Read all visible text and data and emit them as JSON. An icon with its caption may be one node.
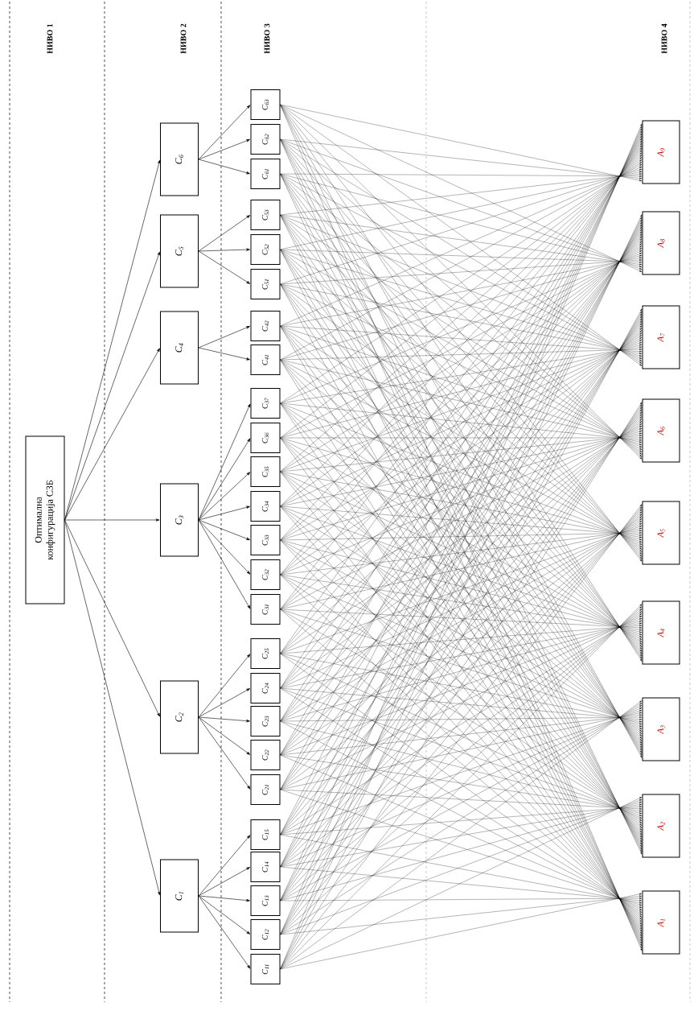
{
  "diagram": {
    "nodes": [
      {
        "text": [
          "Оптимална конфигурација СЗБ"
        ]
      },
      {
        "text": [
          "C$_{1}$"
        ]
      },
      {
        "text": [
          "C$_{2}$"
        ]
      },
      {
        "text": [
          "C$_{3}$"
        ]
      },
      {
        "text": [
          "C$_{4}$"
        ]
      },
      {
        "text": [
          "C$_{5}$"
        ]
      },
      {
        "text": [
          "C$_{6}$"
        ]
      },
      {
        "text": [
          "C$_{11}$"
        ]
      },
      {
        "text": [
          "C$_{12}$"
        ]
      },
      {
        "text": [
          "C$_{13}$"
        ]
      },
      {
        "text": [
          "C$_{14}$"
        ]
      },
      {
        "text": [
          "C$_{15}$"
        ]
      },
      {
        "text": [
          "C$_{21}$"
        ]
      },
      {
        "text": [
          "C$_{22}$"
        ]
      },
      {
        "text": [
          "C$_{23}$"
        ]
      },
      {
        "text": [
          "C$_{24}$"
        ]
      },
      {
        "text": [
          "C$_{25}$"
        ]
      },
      {
        "text": [
          "C$_{31}$"
        ]
      },
      {
        "text": [
          "C$_{32}$"
        ]
      },
      {
        "text": [
          "C$_{33}$"
        ]
      },
      {
        "text": [
          "C$_{34}$"
        ]
      },
      {
        "text": [
          "C$_{35}$"
        ]
      },
      {
        "text": [
          "C$_{36}$"
        ]
      },
      {
        "text": [
          "C$_{37}$"
        ]
      },
      {
        "text": [
          "C$_{41}$"
        ]
      },
      {
        "text": [
          "C$_{42}$"
        ]
      },
      {
        "text": [
          "C$_{51}$"
        ]
      },
      {
        "text": [
          "C$_{52}$"
        ]
      },
      {
        "text": [
          "C$_{53}$"
        ]
      },
      {
        "text": [
          "C$_{61}$"
        ]
      },
      {
        "text": [
          "C$_{62}$"
        ]
      },
      {
        "text": [
          "C$_{63}$"
        ]
      },
      {
        "text": [
          "A$_{1}$"
        ]
      },
      {
        "text": [
          "A$_{2}$"
        ]
      },
      {
        "text": [
          "A$_{3}$"
        ]
      },
      {
        "text": [
          "A$_{4}$"
        ]
      },
      {
        "text": [
          "A$_{5}$"
        ]
      },
      {
        "text": [
          "A$_{6}$"
        ]
      },
      {
        "text": [
          "A$_{7}$"
        ]
      },
      {
        "text": [
          "A$_{8}$"
        ]
      },
      {
        "text": [
          "A$_{9}$"
        ]
      }
    ],
    "edges": [
      {
        "from": 0,
        "to": 1,
        "arrow": "to"
      },
      {
        "from": 0,
        "to": 2,
        "arrow": "to"
      },
      {
        "from": 0,
        "to": 3,
        "arrow": "to"
      },
      {
        "from": 0,
        "to": 4,
        "arrow": "to"
      },
      {
        "from": 0,
        "to": 5,
        "arrow": "to"
      },
      {
        "from": 0,
        "to": 6,
        "arrow": "to"
      },
      {
        "from": 1,
        "to": 7,
        "arrow": "to"
      },
      {
        "from": 1,
        "to": 8,
        "arrow": "to"
      },
      {
        "from": 1,
        "to": 9,
        "arrow": "to"
      },
      {
        "from": 1,
        "to": 10,
        "arrow": "to"
      },
      {
        "from": 1,
        "to": 11,
        "arrow": "to"
      },
      {
        "from": 2,
        "to": 12,
        "arrow": "to"
      },
      {
        "from": 2,
        "to": 13,
        "arrow": "to"
      },
      {
        "from": 2,
        "to": 14,
        "arrow": "to"
      },
      {
        "from": 2,
        "to": 15,
        "arrow": "to"
      },
      {
        "from": 2,
        "to": 16,
        "arrow": "to"
      },
      {
        "from": 3,
        "to": 17,
        "arrow": "to"
      },
      {
        "from": 3,
        "to": 18,
        "arrow": "to"
      },
      {
        "from": 3,
        "to": 19,
        "arrow": "to"
      },
      {
        "from": 3,
        "to": 20,
        "arrow": "to"
      },
      {
        "from": 3,
        "to": 21,
        "arrow": "to"
      },
      {
        "from": 3,
        "to": 22,
        "arrow": "to"
      },
      {
        "from": 3,
        "to": 23,
        "arrow": "to"
      },
      {
        "from": 4,
        "to": 24,
        "arrow": "to"
      },
      {
        "from": 4,
        "to": 25,
        "arrow": "to"
      },
      {
        "from": 5,
        "to": 26,
        "arrow": "to"
      },
      {
        "from": 5,
        "to": 27,
        "arrow": "to"
      },
      {
        "from": 5,
        "to": 28,
        "arrow": "to"
      },
      {
        "from": 6,
        "to": 29,
        "arrow": "to"
      },
      {
        "from": 6,
        "to": 30,
        "arrow": "to"
      },
      {
        "from": 6,
        "to": 31,
        "arrow": "to"
      },
      {
        "from": 7,
        "to": 32,
        "arrow": "to"
      },
      {
        "from": 7,
        "to": 33,
        "arrow": "to"
      },
      {
        "from": 7,
        "to": 34,
        "arrow": "to"
      },
      {
        "from": 7,
        "to": 35,
        "arrow": "to"
      },
      {
        "from": 7,
        "to": 36,
        "arrow": "to"
      },
      {
        "from": 7,
        "to": 37,
        "arrow": "to"
      },
      {
        "from": 7,
        "to": 38,
        "arrow": "to"
      },
      {
        "from": 7,
        "to": 39,
        "arrow": "to"
      },
      {
        "from": 7,
        "to": 40,
        "arrow": "to"
      },
      {
        "from": 8,
        "to": 32,
        "arrow": "to"
      },
      {
        "from": 8,
        "to": 33,
        "arrow": "to"
      },
      {
        "from": 8,
        "to": 34,
        "arrow": "to"
      },
      {
        "from": 8,
        "to": 35,
        "arrow": "to"
      },
      {
        "from": 8,
        "to": 36,
        "arrow": "to"
      },
      {
        "from": 8,
        "to": 37,
        "arrow": "to"
      },
      {
        "from": 8,
        "to": 38,
        "arrow": "to"
      },
      {
        "from": 8,
        "to": 39,
        "arrow": "to"
      },
      {
        "from": 8,
        "to": 40,
        "arrow": "to"
      },
      {
        "from": 9,
        "to": 32,
        "arrow": "to"
      },
      {
        "from": 9,
        "to": 33,
        "arrow": "to"
      },
      {
        "from": 9,
        "to": 34,
        "arrow": "to"
      },
      {
        "from": 9,
        "to": 35,
        "arrow": "to"
      },
      {
        "from": 9,
        "to": 36,
        "arrow": "to"
      },
      {
        "from": 9,
        "to": 37,
        "arrow": "to"
      },
      {
        "from": 9,
        "to": 38,
        "arrow": "to"
      },
      {
        "from": 9,
        "to": 39,
        "arrow": "to"
      },
      {
        "from": 9,
        "to": 40,
        "arrow": "to"
      },
      {
        "from": 10,
        "to": 32,
        "arrow": "to"
      },
      {
        "from": 10,
        "to": 33,
        "arrow": "to"
      },
      {
        "from": 10,
        "to": 34,
        "arrow": "to"
      },
      {
        "from": 10,
        "to": 35,
        "arrow": "to"
      },
      {
        "from": 10,
        "to": 36,
        "arrow": "to"
      },
      {
        "from": 10,
        "to": 37,
        "arrow": "to"
      },
      {
        "from": 10,
        "to": 38,
        "arrow": "to"
      },
      {
        "from": 10,
        "to": 39,
        "arrow": "to"
      },
      {
        "from": 10,
        "to": 40,
        "arrow": "to"
      },
      {
        "from": 11,
        "to": 32,
        "arrow": "to"
      },
      {
        "from": 11,
        "to": 33,
        "arrow": "to"
      },
      {
        "from": 11,
        "to": 34,
        "arrow": "to"
      },
      {
        "from": 11,
        "to": 35,
        "arrow": "to"
      },
      {
        "from": 11,
        "to": 36,
        "arrow": "to"
      },
      {
        "from": 11,
        "to": 37,
        "arrow": "to"
      },
      {
        "from": 11,
        "to": 38,
        "arrow": "to"
      },
      {
        "from": 11,
        "to": 39,
        "arrow": "to"
      },
      {
        "from": 11,
        "to": 40,
        "arrow": "to"
      },
      {
        "from": 12,
        "to": 32,
        "arrow": "to"
      },
      {
        "from": 12,
        "to": 33,
        "arrow": "to"
      },
      {
        "from": 12,
        "to": 34,
        "arrow": "to"
      },
      {
        "from": 12,
        "to": 35,
        "arrow": "to"
      },
      {
        "from": 12,
        "to": 36,
        "arrow": "to"
      },
      {
        "from": 12,
        "to": 37,
        "arrow": "to"
      },
      {
        "from": 12,
        "to": 38,
        "arrow": "to"
      },
      {
        "from": 12,
        "to": 39,
        "arrow": "to"
      },
      {
        "from": 12,
        "to": 40,
        "arrow": "to"
      },
      {
        "from": 13,
        "to": 32,
        "arrow": "to"
      },
      {
        "from": 13,
        "to": 33,
        "arrow": "to"
      },
      {
        "from": 13,
        "to": 34,
        "arrow": "to"
      },
      {
        "from": 13,
        "to": 35,
        "arrow": "to"
      },
      {
        "from": 13,
        "to": 36,
        "arrow": "to"
      },
      {
        "from": 13,
        "to": 37,
        "arrow": "to"
      },
      {
        "from": 13,
        "to": 38,
        "arrow": "to"
      },
      {
        "from": 13,
        "to": 39,
        "arrow": "to"
      },
      {
        "from": 13,
        "to": 40,
        "arrow": "to"
      },
      {
        "from": 14,
        "to": 32,
        "arrow": "to"
      },
      {
        "from": 14,
        "to": 33,
        "arrow": "to"
      },
      {
        "from": 14,
        "to": 34,
        "arrow": "to"
      },
      {
        "from": 14,
        "to": 35,
        "arrow": "to"
      },
      {
        "from": 14,
        "to": 36,
        "arrow": "to"
      },
      {
        "from": 14,
        "to": 37,
        "arrow": "to"
      },
      {
        "from": 14,
        "to": 38,
        "arrow": "to"
      },
      {
        "from": 14,
        "to": 39,
        "arrow": "to"
      },
      {
        "from": 14,
        "to": 40,
        "arrow": "to"
      },
      {
        "from": 15,
        "to": 32,
        "arrow": "to"
      },
      {
        "from": 15,
        "to": 33,
        "arrow": "to"
      },
      {
        "from": 15,
        "to": 34,
        "arrow": "to"
      },
      {
        "from": 15,
        "to": 35,
        "arrow": "to"
      },
      {
        "from": 15,
        "to": 36,
        "arrow": "to"
      },
      {
        "from": 15,
        "to": 37,
        "arrow": "to"
      },
      {
        "from": 15,
        "to": 38,
        "arrow": "to"
      },
      {
        "from": 15,
        "to": 39,
        "arrow": "to"
      },
      {
        "from": 15,
        "to": 40,
        "arrow": "to"
      },
      {
        "from": 16,
        "to": 32,
        "arrow": "to"
      },
      {
        "from": 16,
        "to": 33,
        "arrow": "to"
      },
      {
        "from": 16,
        "to": 34,
        "arrow": "to"
      },
      {
        "from": 16,
        "to": 35,
        "arrow": "to"
      },
      {
        "from": 16,
        "to": 36,
        "arrow": "to"
      },
      {
        "from": 16,
        "to": 37,
        "arrow": "to"
      },
      {
        "from": 16,
        "to": 38,
        "arrow": "to"
      },
      {
        "from": 16,
        "to": 39,
        "arrow": "to"
      },
      {
        "from": 16,
        "to": 40,
        "arrow": "to"
      },
      {
        "from": 17,
        "to": 32,
        "arrow": "to"
      },
      {
        "from": 17,
        "to": 33,
        "arrow": "to"
      },
      {
        "from": 17,
        "to": 34,
        "arrow": "to"
      },
      {
        "from": 17,
        "to": 35,
        "arrow": "to"
      },
      {
        "from": 17,
        "to": 36,
        "arrow": "to"
      },
      {
        "from": 17,
        "to": 37,
        "arrow": "to"
      },
      {
        "from": 17,
        "to": 38,
        "arrow": "to"
      },
      {
        "from": 17,
        "to": 39,
        "arrow": "to"
      },
      {
        "from": 17,
        "to": 40,
        "arrow": "to"
      },
      {
        "from": 18,
        "to": 32,
        "arrow": "to"
      },
      {
        "from": 18,
        "to": 33,
        "arrow": "to"
      },
      {
        "from": 18,
        "to": 34,
        "arrow": "to"
      },
      {
        "from": 18,
        "to": 35,
        "arrow": "to"
      },
      {
        "from": 18,
        "to": 36,
        "arrow": "to"
      },
      {
        "from": 18,
        "to": 37,
        "arrow": "to"
      },
      {
        "from": 18,
        "to": 38,
        "arrow": "to"
      },
      {
        "from": 18,
        "to": 39,
        "arrow": "to"
      },
      {
        "from": 18,
        "to": 40,
        "arrow": "to"
      },
      {
        "from": 19,
        "to": 32,
        "arrow": "to"
      },
      {
        "from": 19,
        "to": 33,
        "arrow": "to"
      },
      {
        "from": 19,
        "to": 34,
        "arrow": "to"
      },
      {
        "from": 19,
        "to": 35,
        "arrow": "to"
      },
      {
        "from": 19,
        "to": 36,
        "arrow": "to"
      },
      {
        "from": 19,
        "to": 37,
        "arrow": "to"
      },
      {
        "from": 19,
        "to": 38,
        "arrow": "to"
      },
      {
        "from": 19,
        "to": 39,
        "arrow": "to"
      },
      {
        "from": 19,
        "to": 40,
        "arrow": "to"
      },
      {
        "from": 20,
        "to": 32,
        "arrow": "to"
      },
      {
        "from": 20,
        "to": 33,
        "arrow": "to"
      },
      {
        "from": 20,
        "to": 34,
        "arrow": "to"
      },
      {
        "from": 20,
        "to": 35,
        "arrow": "to"
      },
      {
        "from": 20,
        "to": 36,
        "arrow": "to"
      },
      {
        "from": 20,
        "to": 37,
        "arrow": "to"
      },
      {
        "from": 20,
        "to": 38,
        "arrow": "to"
      },
      {
        "from": 20,
        "to": 39,
        "arrow": "to"
      },
      {
        "from": 20,
        "to": 40,
        "arrow": "to"
      },
      {
        "from": 21,
        "to": 32,
        "arrow": "to"
      },
      {
        "from": 21,
        "to": 33,
        "arrow": "to"
      },
      {
        "from": 21,
        "to": 34,
        "arrow": "to"
      },
      {
        "from": 21,
        "to": 35,
        "arrow": "to"
      },
      {
        "from": 21,
        "to": 36,
        "arrow": "to"
      },
      {
        "from": 21,
        "to": 37,
        "arrow": "to"
      },
      {
        "from": 21,
        "to": 38,
        "arrow": "to"
      },
      {
        "from": 21,
        "to": 39,
        "arrow": "to"
      },
      {
        "from": 21,
        "to": 40,
        "arrow": "to"
      },
      {
        "from": 22,
        "to": 32,
        "arrow": "to"
      },
      {
        "from": 22,
        "to": 33,
        "arrow": "to"
      },
      {
        "from": 22,
        "to": 34,
        "arrow": "to"
      },
      {
        "from": 22,
        "to": 35,
        "arrow": "to"
      },
      {
        "from": 22,
        "to": 36,
        "arrow": "to"
      },
      {
        "from": 22,
        "to": 37,
        "arrow": "to"
      },
      {
        "from": 22,
        "to": 38,
        "arrow": "to"
      },
      {
        "from": 22,
        "to": 39,
        "arrow": "to"
      },
      {
        "from": 22,
        "to": 40,
        "arrow": "to"
      },
      {
        "from": 23,
        "to": 32,
        "arrow": "to"
      },
      {
        "from": 23,
        "to": 33,
        "arrow": "to"
      },
      {
        "from": 23,
        "to": 34,
        "arrow": "to"
      },
      {
        "from": 23,
        "to": 35,
        "arrow": "to"
      },
      {
        "from": 23,
        "to": 36,
        "arrow": "to"
      },
      {
        "from": 23,
        "to": 37,
        "arrow": "to"
      },
      {
        "from": 23,
        "to": 38,
        "arrow": "to"
      },
      {
        "from": 23,
        "to": 39,
        "arrow": "to"
      },
      {
        "from": 23,
        "to": 40,
        "arrow": "to"
      },
      {
        "from": 24,
        "to": 32,
        "arrow": "to"
      },
      {
        "from": 24,
        "to": 33,
        "arrow": "to"
      },
      {
        "from": 24,
        "to": 34,
        "arrow": "to"
      },
      {
        "from": 24,
        "to": 35,
        "arrow": "to"
      },
      {
        "from": 24,
        "to": 36,
        "arrow": "to"
      },
      {
        "from": 24,
        "to": 37,
        "arrow": "to"
      },
      {
        "from": 24,
        "to": 38,
        "arrow": "to"
      },
      {
        "from": 24,
        "to": 39,
        "arrow": "to"
      },
      {
        "from": 24,
        "to": 40,
        "arrow": "to"
      },
      {
        "from": 25,
        "to": 32,
        "arrow": "to"
      },
      {
        "from": 25,
        "to": 33,
        "arrow": "to"
      },
      {
        "from": 25,
        "to": 34,
        "arrow": "to"
      },
      {
        "from": 25,
        "to": 35,
        "arrow": "to"
      },
      {
        "from": 25,
        "to": 36,
        "arrow": "to"
      },
      {
        "from": 25,
        "to": 37,
        "arrow": "to"
      },
      {
        "from": 25,
        "to": 38,
        "arrow": "to"
      },
      {
        "from": 25,
        "to": 39,
        "arrow": "to"
      },
      {
        "from": 25,
        "to": 40,
        "arrow": "to"
      },
      {
        "from": 26,
        "to": 32,
        "arrow": "to"
      },
      {
        "from": 26,
        "to": 33,
        "arrow": "to"
      },
      {
        "from": 26,
        "to": 34,
        "arrow": "to"
      },
      {
        "from": 26,
        "to": 35,
        "arrow": "to"
      },
      {
        "from": 26,
        "to": 36,
        "arrow": "to"
      },
      {
        "from": 26,
        "to": 37,
        "arrow": "to"
      },
      {
        "from": 26,
        "to": 38,
        "arrow": "to"
      },
      {
        "from": 26,
        "to": 39,
        "arrow": "to"
      },
      {
        "from": 26,
        "to": 40,
        "arrow": "to"
      },
      {
        "from": 27,
        "to": 32,
        "arrow": "to"
      },
      {
        "from": 27,
        "to": 33,
        "arrow": "to"
      },
      {
        "from": 27,
        "to": 34,
        "arrow": "to"
      },
      {
        "from": 27,
        "to": 35,
        "arrow": "to"
      },
      {
        "from": 27,
        "to": 36,
        "arrow": "to"
      },
      {
        "from": 27,
        "to": 37,
        "arrow": "to"
      },
      {
        "from": 27,
        "to": 38,
        "arrow": "to"
      },
      {
        "from": 27,
        "to": 39,
        "arrow": "to"
      },
      {
        "from": 27,
        "to": 40,
        "arrow": "to"
      },
      {
        "from": 28,
        "to": 32,
        "arrow": "to"
      },
      {
        "from": 28,
        "to": 33,
        "arrow": "to"
      },
      {
        "from": 28,
        "to": 34,
        "arrow": "to"
      },
      {
        "from": 28,
        "to": 35,
        "arrow": "to"
      },
      {
        "from": 28,
        "to": 36,
        "arrow": "to"
      },
      {
        "from": 28,
        "to": 37,
        "arrow": "to"
      },
      {
        "from": 28,
        "to": 38,
        "arrow": "to"
      },
      {
        "from": 28,
        "to": 39,
        "arrow": "to"
      },
      {
        "from": 28,
        "to": 40,
        "arrow": "to"
      },
      {
        "from": 29,
        "to": 32,
        "arrow": "to"
      },
      {
        "from": 29,
        "to": 33,
        "arrow": "to"
      },
      {
        "from": 29,
        "to": 34,
        "arrow": "to"
      },
      {
        "from": 29,
        "to": 35,
        "arrow": "to"
      },
      {
        "from": 29,
        "to": 36,
        "arrow": "to"
      },
      {
        "from": 29,
        "to": 37,
        "arrow": "to"
      },
      {
        "from": 29,
        "to": 38,
        "arrow": "to"
      },
      {
        "from": 29,
        "to": 39,
        "arrow": "to"
      },
      {
        "from": 29,
        "to": 40,
        "arrow": "to"
      },
      {
        "from": 30,
        "to": 32,
        "arrow": "to"
      },
      {
        "from": 30,
        "to": 33,
        "arrow": "to"
      },
      {
        "from": 30,
        "to": 34,
        "arrow": "to"
      },
      {
        "from": 30,
        "to": 35,
        "arrow": "to"
      },
      {
        "from": 30,
        "to": 36,
        "arrow": "to"
      },
      {
        "from": 30,
        "to": 37,
        "arrow": "to"
      },
      {
        "from": 30,
        "to": 38,
        "arrow": "to"
      },
      {
        "from": 30,
        "to": 39,
        "arrow": "to"
      },
      {
        "from": 30,
        "to": 40,
        "arrow": "to"
      },
      {
        "from": 31,
        "to": 32,
        "arrow": "to"
      },
      {
        "from": 31,
        "to": 33,
        "arrow": "to"
      },
      {
        "from": 31,
        "to": 34,
        "arrow": "to"
      },
      {
        "from": 31,
        "to": 35,
        "arrow": "to"
      },
      {
        "from": 31,
        "to": 36,
        "arrow": "to"
      },
      {
        "from": 31,
        "to": 37,
        "arrow": "to"
      },
      {
        "from": 31,
        "to": 38,
        "arrow": "to"
      },
      {
        "from": 31,
        "to": 39,
        "arrow": "to"
      },
      {
        "from": 31,
        "to": 40,
        "arrow": "to"
      }
    ],
    "labels": [
      "НИВО 1",
      "НИВО 2",
      "НИВО 3",
      "НИВО 4"
    ]
  }
}
